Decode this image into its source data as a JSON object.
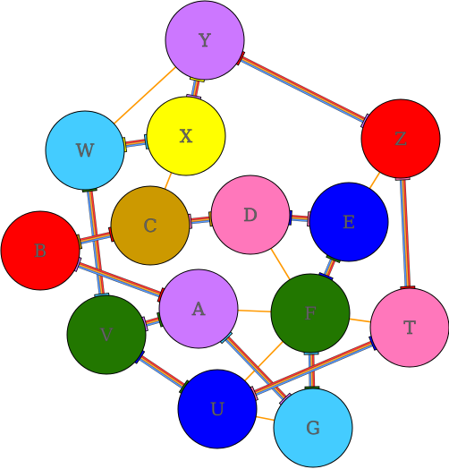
{
  "nodes": [
    {
      "id": "Y",
      "label": "Y",
      "color": "#cc77ff"
    },
    {
      "id": "X",
      "label": "X",
      "color": "#ffff00"
    },
    {
      "id": "W",
      "label": "W",
      "color": "#44ccff"
    },
    {
      "id": "Z",
      "label": "Z",
      "color": "#ff0000"
    },
    {
      "id": "C",
      "label": "C",
      "color": "#cc9900"
    },
    {
      "id": "D",
      "label": "D",
      "color": "#ff77bb"
    },
    {
      "id": "E",
      "label": "E",
      "color": "#0000ff"
    },
    {
      "id": "B",
      "label": "B",
      "color": "#ff0000"
    },
    {
      "id": "A",
      "label": "A",
      "color": "#cc77ff"
    },
    {
      "id": "F",
      "label": "F",
      "color": "#227700"
    },
    {
      "id": "T",
      "label": "T",
      "color": "#ff77bb"
    },
    {
      "id": "V",
      "label": "V",
      "color": "#227700"
    },
    {
      "id": "U",
      "label": "U",
      "color": "#0000ff"
    },
    {
      "id": "G",
      "label": "G",
      "color": "#44ccff"
    }
  ],
  "edges": [
    {
      "from": "Y",
      "to": "W",
      "style": "single"
    },
    {
      "from": "Y",
      "to": "X",
      "style": "multi"
    },
    {
      "from": "Y",
      "to": "Z",
      "style": "multi"
    },
    {
      "from": "W",
      "to": "X",
      "style": "multi"
    },
    {
      "from": "X",
      "to": "C",
      "style": "single"
    },
    {
      "from": "Z",
      "to": "E",
      "style": "single"
    },
    {
      "from": "Z",
      "to": "T",
      "style": "multi"
    },
    {
      "from": "W",
      "to": "V",
      "style": "multi"
    },
    {
      "from": "C",
      "to": "D",
      "style": "multi"
    },
    {
      "from": "B",
      "to": "C",
      "style": "multi"
    },
    {
      "from": "D",
      "to": "E",
      "style": "multi"
    },
    {
      "from": "D",
      "to": "F",
      "style": "single"
    },
    {
      "from": "E",
      "to": "F",
      "style": "multi"
    },
    {
      "from": "B",
      "to": "A",
      "style": "multi"
    },
    {
      "from": "A",
      "to": "F",
      "style": "single"
    },
    {
      "from": "V",
      "to": "A",
      "style": "multi"
    },
    {
      "from": "F",
      "to": "T",
      "style": "single"
    },
    {
      "from": "F",
      "to": "G",
      "style": "multi"
    },
    {
      "from": "F",
      "to": "U",
      "style": "single"
    },
    {
      "from": "A",
      "to": "G",
      "style": "multi"
    },
    {
      "from": "V",
      "to": "U",
      "style": "multi"
    },
    {
      "from": "U",
      "to": "T",
      "style": "multi"
    },
    {
      "from": "U",
      "to": "G",
      "style": "single"
    }
  ],
  "colors": {
    "single_edge": "#ff9900",
    "multi_edge_stripes": [
      "#ff3333",
      "#ffaa33",
      "#5599ff"
    ],
    "outline": "#000000"
  }
}
